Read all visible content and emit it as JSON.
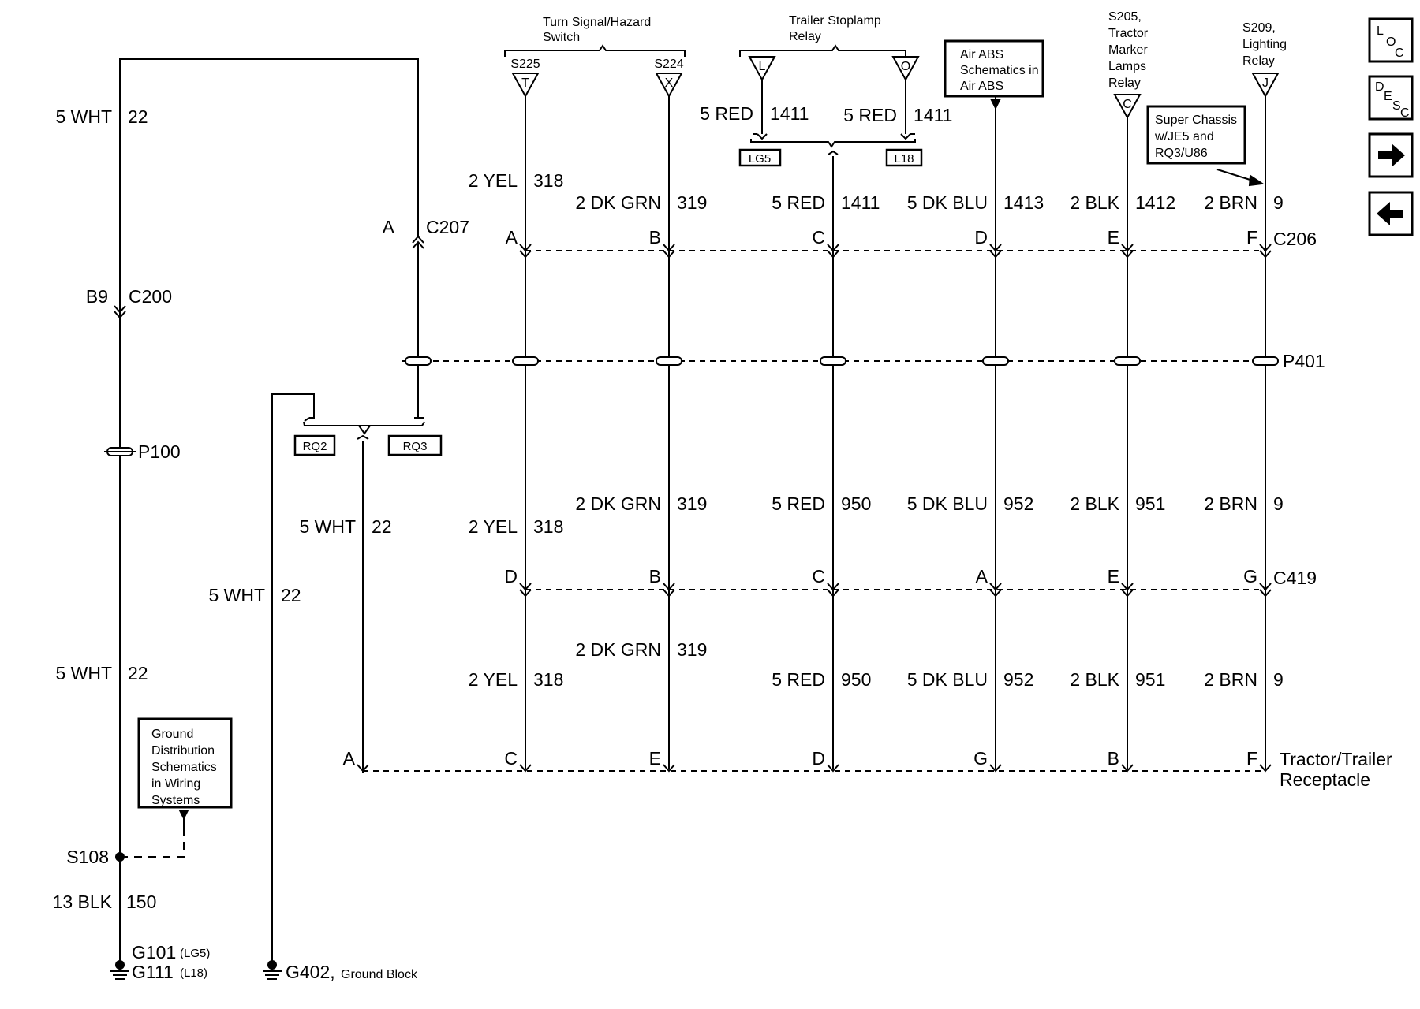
{
  "header_components": {
    "turn_signal": "Turn Signal/Hazard Switch",
    "turn_signal_l1": "Turn Signal/Hazard",
    "turn_signal_l2": "Switch",
    "trailer_stop_l1": "Trailer Stoplamp",
    "trailer_stop_l2": "Relay",
    "air_abs_l1": "Air ABS",
    "air_abs_l2": "Schematics in",
    "air_abs_l3": "Air ABS",
    "s205_l1": "S205,",
    "s205_l2": "Tractor",
    "s205_l3": "Marker",
    "s205_l4": "Lamps",
    "s205_l5": "Relay",
    "s209_l1": "S209,",
    "s209_l2": "Lighting",
    "s209_l3": "Relay",
    "super_l1": "Super Chassis",
    "super_l2": "w/JE5 and",
    "super_l3": "RQ3/U86"
  },
  "terminals": {
    "s225": "S225",
    "s225_pin": "T",
    "s224": "S224",
    "s224_pin": "X",
    "relay_l": "L",
    "relay_o": "O",
    "s205_pin": "C",
    "s209_pin": "J"
  },
  "options": {
    "lg5": "LG5",
    "l18": "L18",
    "rq2": "RQ2",
    "rq3": "RQ3"
  },
  "connectors": {
    "c207": "C207",
    "c207_pin": "A",
    "c200": "C200",
    "c200_pin": "B9",
    "p100": "P100",
    "c206": "C206",
    "p401": "P401",
    "c419": "C419",
    "receptacle_l1": "Tractor/Trailer",
    "receptacle_l2": "Receptacle",
    "s108": "S108",
    "g101": "G101",
    "g101_opt": "(LG5)",
    "g111": "G111",
    "g111_opt": "(L18)",
    "g402": "G402,",
    "g402_desc": "Ground Block"
  },
  "ground_box": {
    "l1": "Ground",
    "l2": "Distribution",
    "l3": "Schematics",
    "l4": "in Wiring",
    "l5": "Systems"
  },
  "wires": {
    "left_wht": "5 WHT",
    "left_22": "22",
    "left2_wht": "5 WHT",
    "left2_22": "22",
    "blk": "13 BLK",
    "blk_num": "150",
    "rq_wht": "5 WHT",
    "rq_22": "22",
    "g402_wht": "5 WHT",
    "g402_22": "22",
    "red_1411_a": "5 RED",
    "num_1411_a": "1411",
    "red_1411_b": "5 RED",
    "num_1411_b": "1411",
    "top": [
      {
        "color": "2 YEL",
        "num": "318"
      },
      {
        "color": "2 DK GRN",
        "num": "319"
      },
      {
        "color": "5 RED",
        "num": "1411"
      },
      {
        "color": "5 DK BLU",
        "num": "1413"
      },
      {
        "color": "2 BLK",
        "num": "1412"
      },
      {
        "color": "2 BRN",
        "num": "9"
      }
    ],
    "mid": [
      {
        "color": "2 YEL",
        "num": "318"
      },
      {
        "color": "2 DK GRN",
        "num": "319"
      },
      {
        "color": "5 RED",
        "num": "950"
      },
      {
        "color": "5 DK BLU",
        "num": "952"
      },
      {
        "color": "2 BLK",
        "num": "951"
      },
      {
        "color": "2 BRN",
        "num": "9"
      }
    ],
    "bot": [
      {
        "color": "2 YEL",
        "num": "318"
      },
      {
        "color": "2 DK GRN",
        "num": "319"
      },
      {
        "color": "5 RED",
        "num": "950"
      },
      {
        "color": "5 DK BLU",
        "num": "952"
      },
      {
        "color": "2 BLK",
        "num": "951"
      },
      {
        "color": "2 BRN",
        "num": "9"
      }
    ]
  },
  "pins": {
    "c206": [
      "A",
      "B",
      "C",
      "D",
      "E",
      "F"
    ],
    "c419": [
      "D",
      "B",
      "C",
      "A",
      "E",
      "G"
    ],
    "receptacle": [
      "A",
      "C",
      "E",
      "D",
      "G",
      "B",
      "F"
    ]
  },
  "nav": {
    "loc": [
      "L",
      "O",
      "C"
    ],
    "desc": [
      "D",
      "E",
      "S",
      "C"
    ],
    "forward_icon": "right-arrow-icon",
    "back_icon": "left-arrow-icon"
  }
}
